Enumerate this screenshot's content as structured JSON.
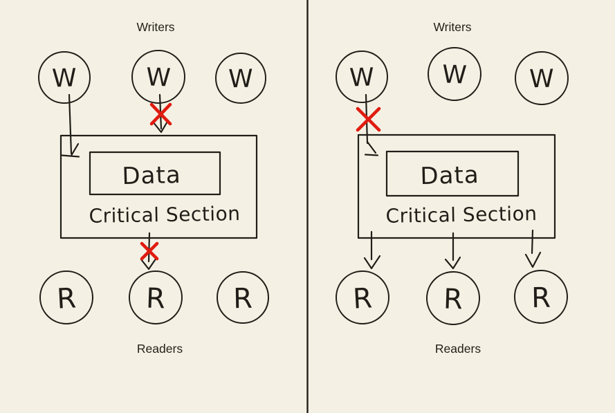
{
  "colors": {
    "bg": "#f4f1e4",
    "ink": "#211e19",
    "blocked": "#e01b10"
  },
  "left_panel": {
    "writers_label": "Writers",
    "readers_label": "Readers",
    "writer_letter": "W",
    "reader_letter": "R",
    "data_label": "Data",
    "critical_section_label": "Critical Section"
  },
  "right_panel": {
    "writers_label": "Writers",
    "readers_label": "Readers",
    "writer_letter": "W",
    "reader_letter": "R",
    "data_label": "Data",
    "critical_section_label": "Critical Section"
  }
}
